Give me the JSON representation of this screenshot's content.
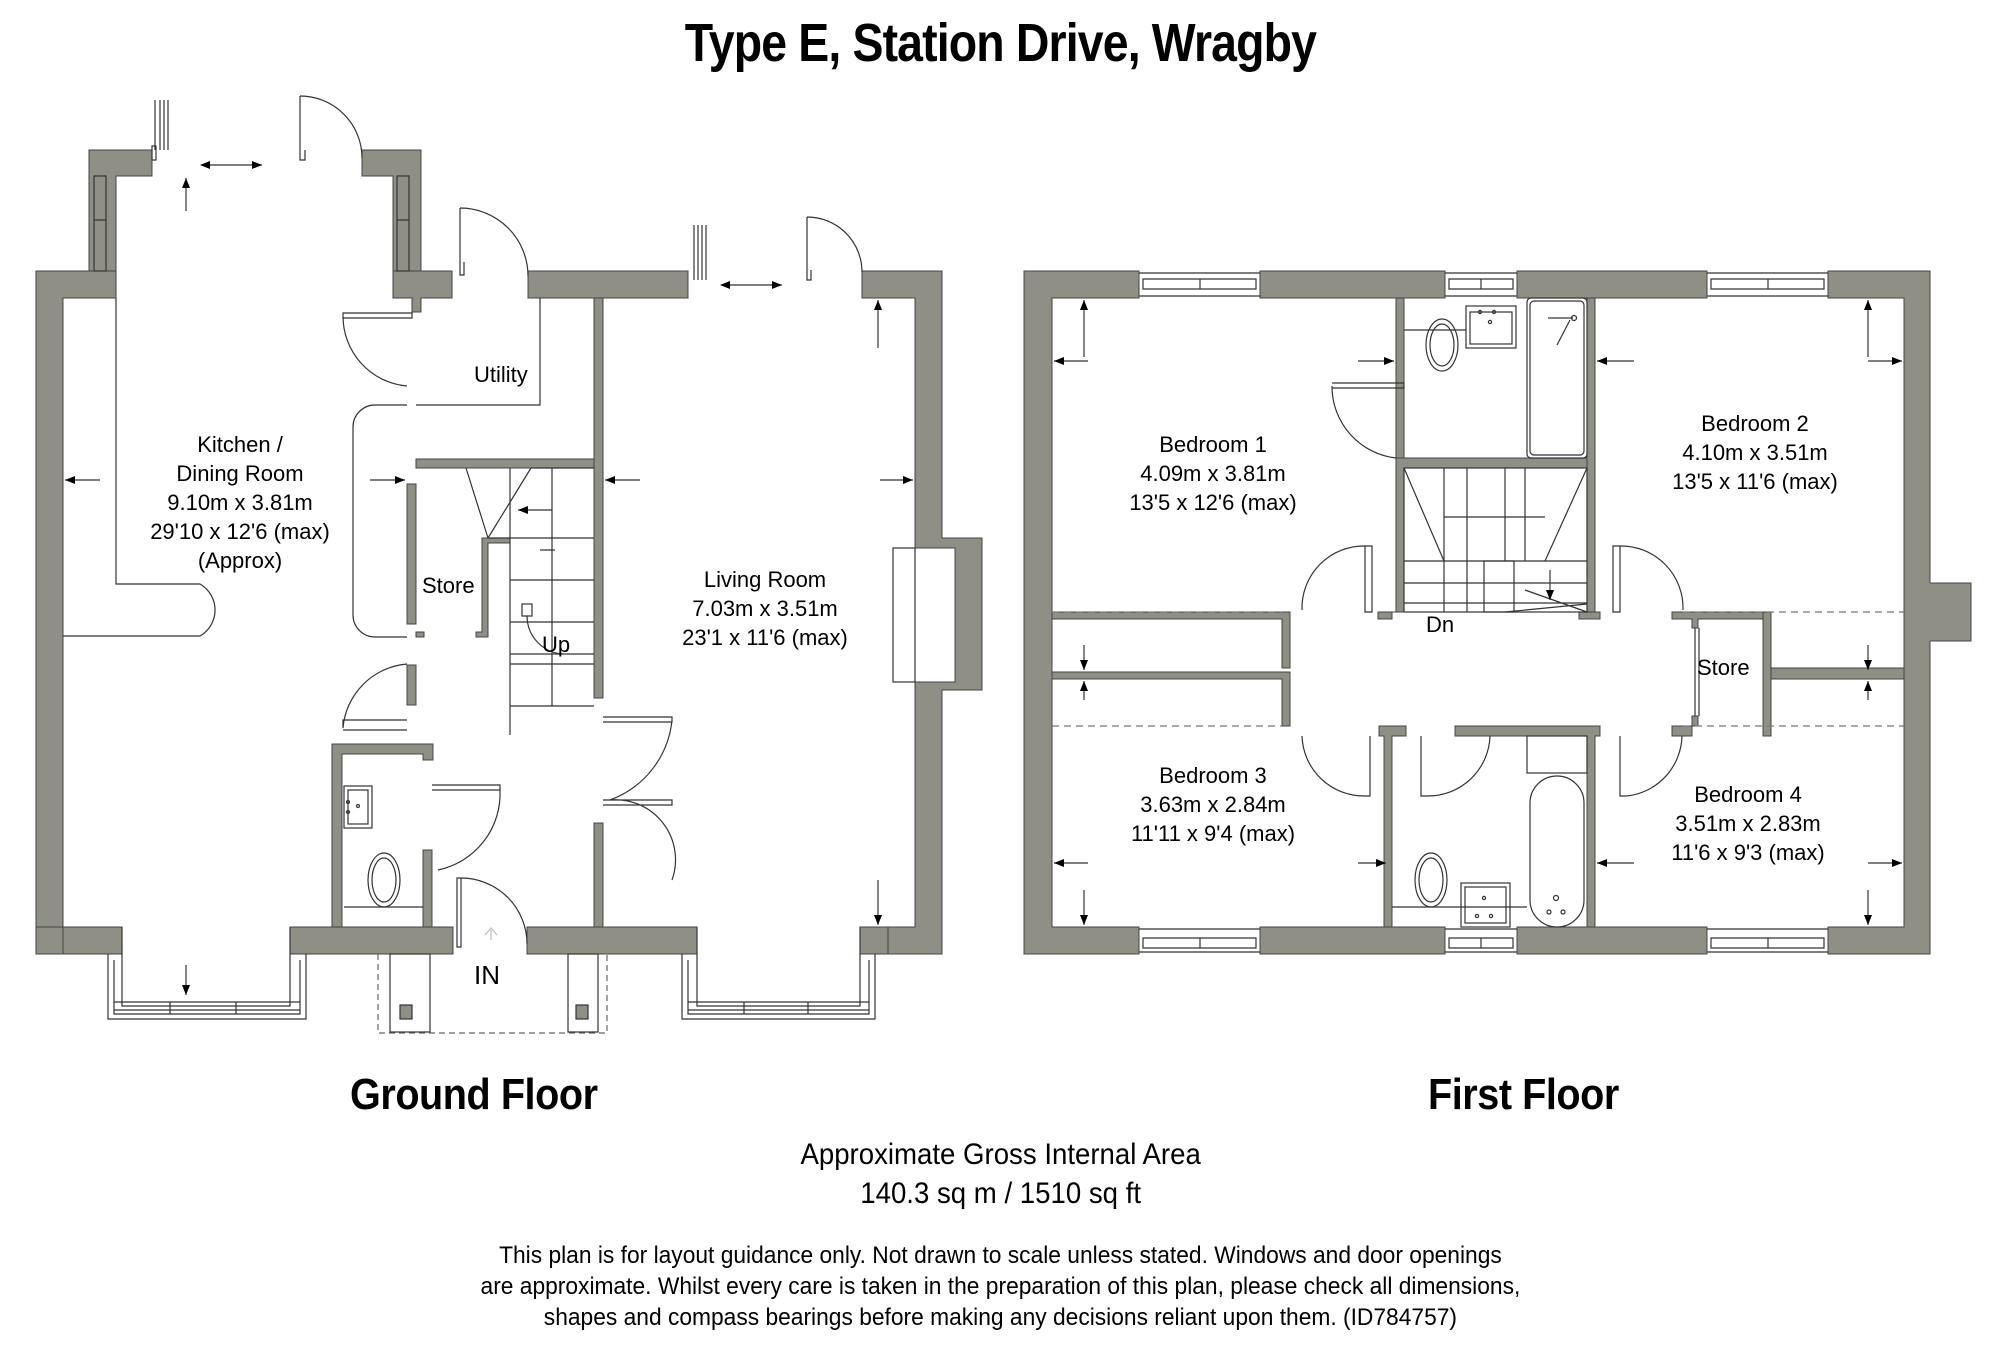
{
  "title": "Type E, Station Drive, Wragby",
  "floors": {
    "ground": {
      "label": "Ground Floor",
      "rooms": [
        {
          "name": "Kitchen /",
          "name2": "Dining Room",
          "metric": "9.10m x 3.81m",
          "imperial": "29'10 x 12'6 (max)",
          "note": "(Approx)"
        },
        {
          "name": "Living Room",
          "metric": "7.03m x 3.51m",
          "imperial": "23'1 x 11'6 (max)"
        }
      ],
      "utility": "Utility",
      "store": "Store",
      "stairs": "Up",
      "entrance": "IN"
    },
    "first": {
      "label": "First Floor",
      "rooms": [
        {
          "name": "Bedroom 1",
          "metric": "4.09m x 3.81m",
          "imperial": "13'5 x 12'6 (max)"
        },
        {
          "name": "Bedroom 2",
          "metric": "4.10m x 3.51m",
          "imperial": "13'5 x 11'6 (max)"
        },
        {
          "name": "Bedroom 3",
          "metric": "3.63m x 2.84m",
          "imperial": "11'11 x 9'4 (max)"
        },
        {
          "name": "Bedroom 4",
          "metric": "3.51m x 2.83m",
          "imperial": "11'6 x 9'3 (max)"
        }
      ],
      "store": "Store",
      "stairs": "Dn"
    }
  },
  "area": {
    "heading": "Approximate Gross Internal Area",
    "value": "140.3 sq m / 1510 sq ft"
  },
  "disclaimer": {
    "line1": "This plan is for layout guidance only. Not drawn to scale unless stated. Windows and door openings",
    "line2": "are approximate. Whilst every care is taken in the preparation of this plan, please check all dimensions,",
    "line3": "shapes and compass bearings before making any decisions reliant upon them. (ID784757)"
  },
  "colors": {
    "wall": "#8f8f86",
    "line": "#333333",
    "background": "#ffffff"
  }
}
